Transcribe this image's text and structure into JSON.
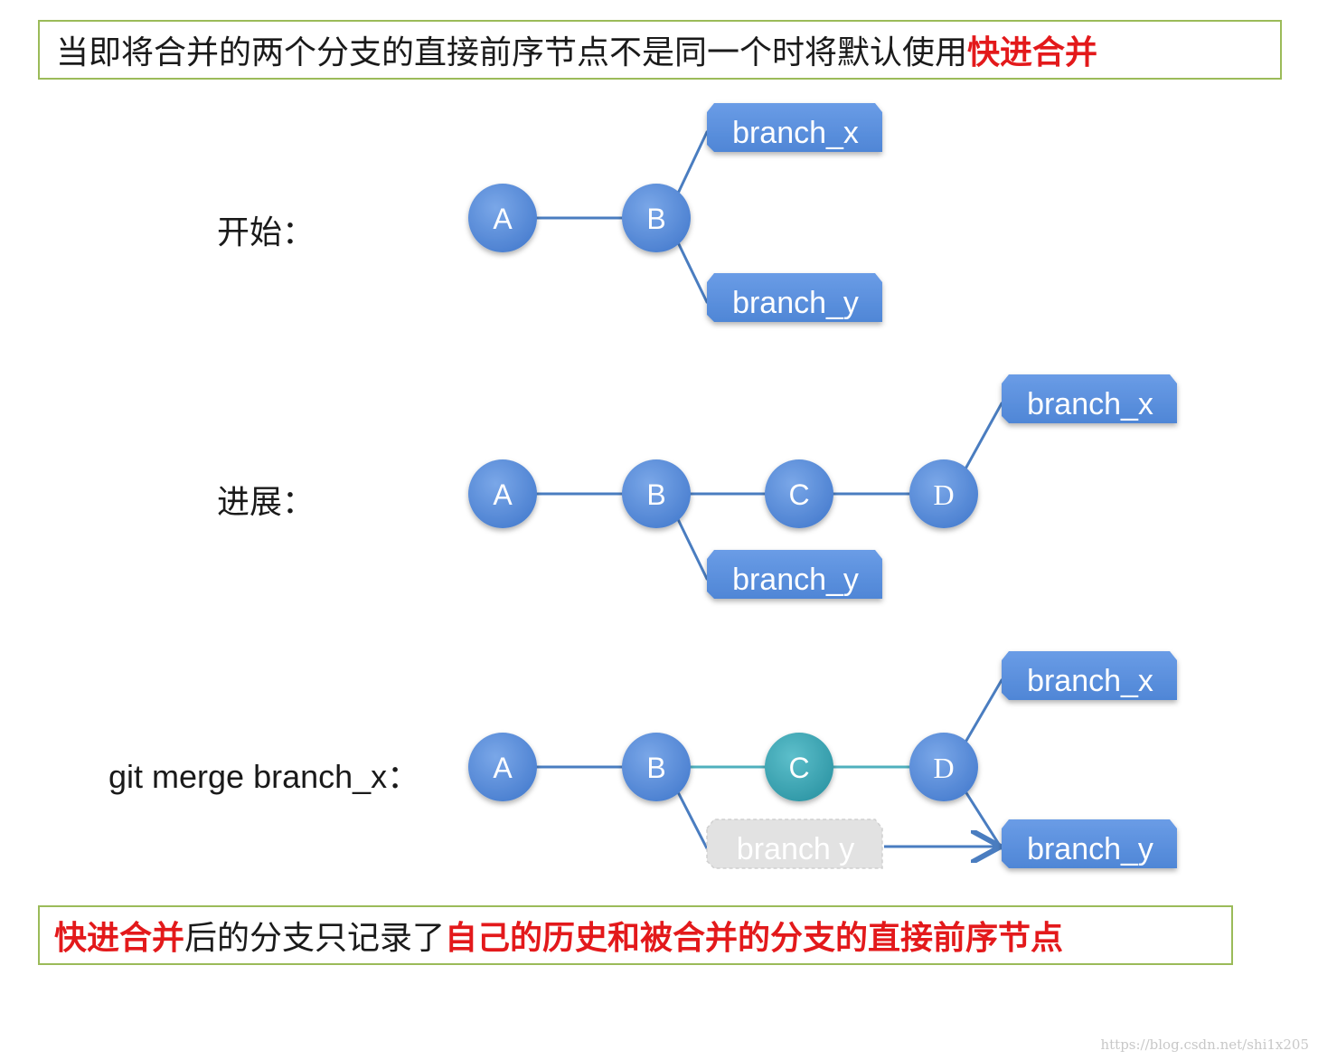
{
  "top_note": {
    "text_plain": "当即将合并的两个分支的直接前序节点不是同一个时将默认使用",
    "text_highlight": "快进合并"
  },
  "stages": [
    {
      "label": "开始："
    },
    {
      "label": "进展："
    },
    {
      "label": "git merge branch_x："
    }
  ],
  "nodes": {
    "A": "A",
    "B": "B",
    "C": "C",
    "D": "D"
  },
  "branches": {
    "x": "branch_x",
    "y": "branch_y",
    "y_old": "branch y"
  },
  "bottom_note": {
    "highlight_1": "快进合并",
    "plain": "后的分支只记录了",
    "highlight_2": "自己的历史和被合并的分支的直接前序节点"
  },
  "colors": {
    "node_blue": "#5b8fd9",
    "node_teal": "#3fa7b5",
    "edge_blue": "#4a7dc0",
    "edge_teal": "#4fb0bd",
    "ghost_tag": "#e2e2e2",
    "highlight_red": "#e3191b",
    "note_border": "#9bbb59"
  },
  "watermark": "https://blog.csdn.net/shi1x205"
}
